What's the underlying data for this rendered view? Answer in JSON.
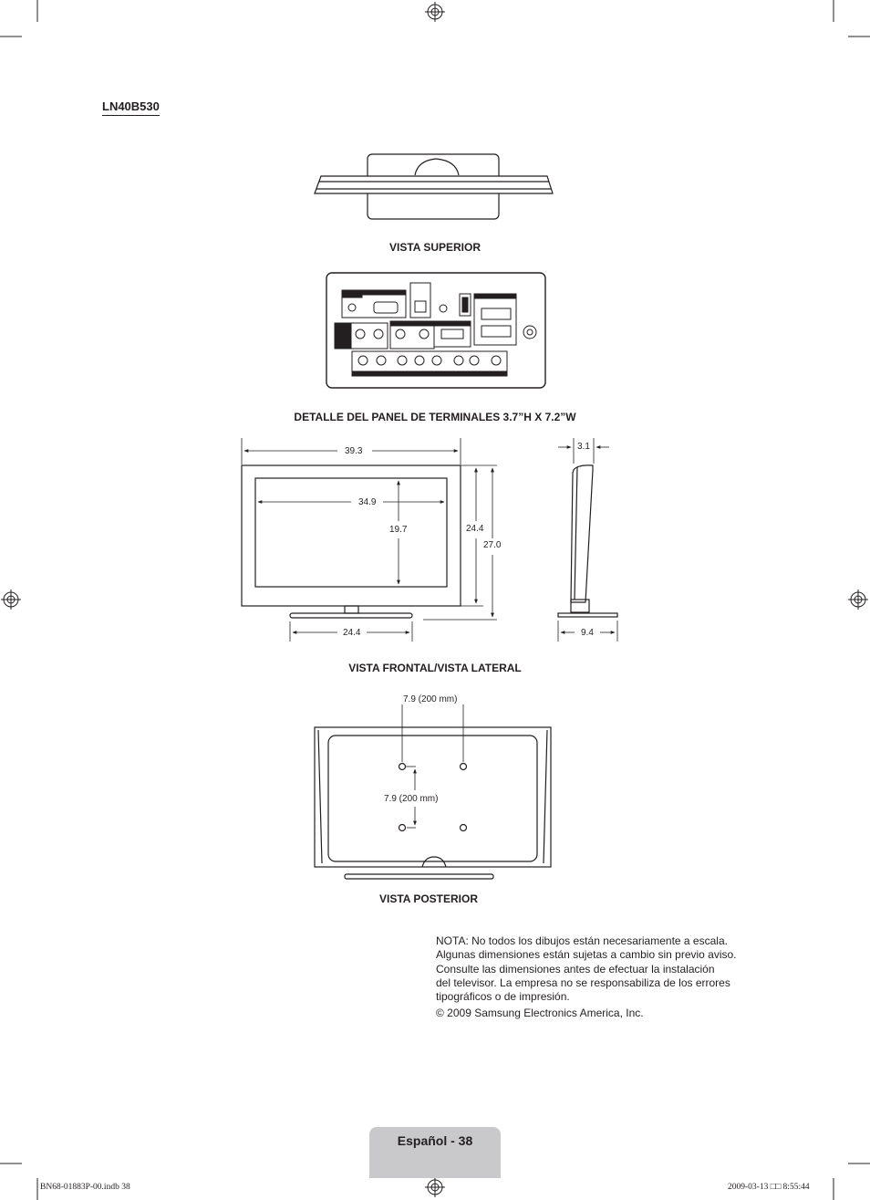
{
  "model": "LN40B530",
  "captions": {
    "top_view": "VISTA SUPERIOR",
    "terminal_detail": "DETALLE DEL PANEL DE TERMINALES 3.7”H X 7.2”W",
    "front_side_view": "VISTA FRONTAL/VISTA LATERAL",
    "rear_view": "VISTA POSTERIOR"
  },
  "dimensions": {
    "overall_width": "39.3",
    "screen_width": "34.9",
    "screen_height": "19.7",
    "height_without_stand": "24.4",
    "height_with_stand": "27.0",
    "stand_width": "24.4",
    "depth": "3.1",
    "stand_depth": "9.4",
    "vesa_horizontal": "7.9 (200 mm)",
    "vesa_vertical": "7.9 (200 mm)"
  },
  "note": {
    "lines": [
      "NOTA: No todos los dibujos están necesariamente a escala.",
      "Algunas dimensiones están sujetas a cambio sin previo aviso.",
      "Consulte las dimensiones antes de efectuar la instalación",
      "del televisor. La empresa no se responsabiliza de los errores",
      "tipográficos o de impresión."
    ],
    "copyright": "© 2009 Samsung Electronics America, Inc."
  },
  "footer": {
    "page_label": "Español - 38",
    "print_file": "BN68-01883P-00.indb   38",
    "print_stamp": "2009-03-13   □□ 8:55:44"
  }
}
